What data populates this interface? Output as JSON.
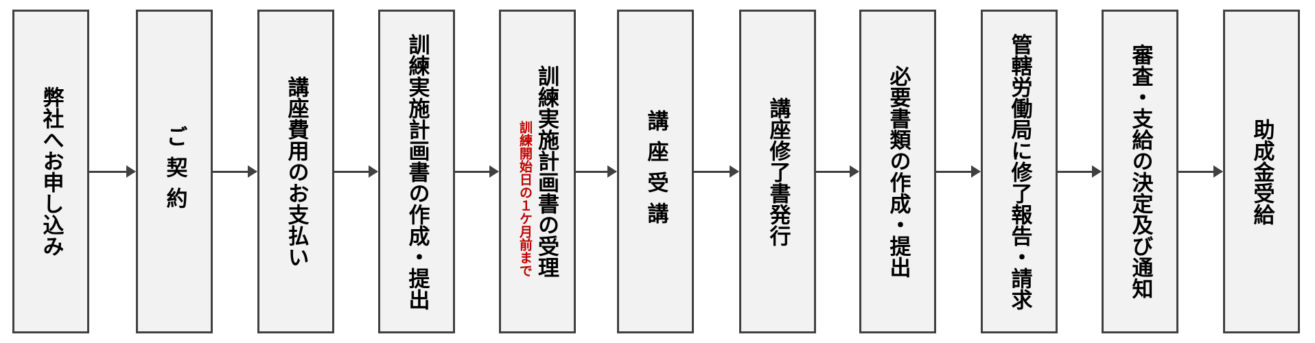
{
  "steps": [
    {
      "label": "弊社へお申し込み"
    },
    {
      "label": "ご契約"
    },
    {
      "label": "講座費用のお支払い"
    },
    {
      "label": "訓練実施計画書の作成・提出"
    },
    {
      "label": "訓練実施計画書の受理",
      "note": "訓練開始日の１ケ月前まで"
    },
    {
      "label": "講座受講"
    },
    {
      "label": "講座修了書発行"
    },
    {
      "label": "必要書類の作成・提出"
    },
    {
      "label": "管轄労働局に修了報告・請求"
    },
    {
      "label": "審査・支給の決定及び通知"
    },
    {
      "label": "助成金受給"
    }
  ],
  "colors": {
    "border": "#404040",
    "fill": "#f2f2f2",
    "note": "#c00000"
  }
}
